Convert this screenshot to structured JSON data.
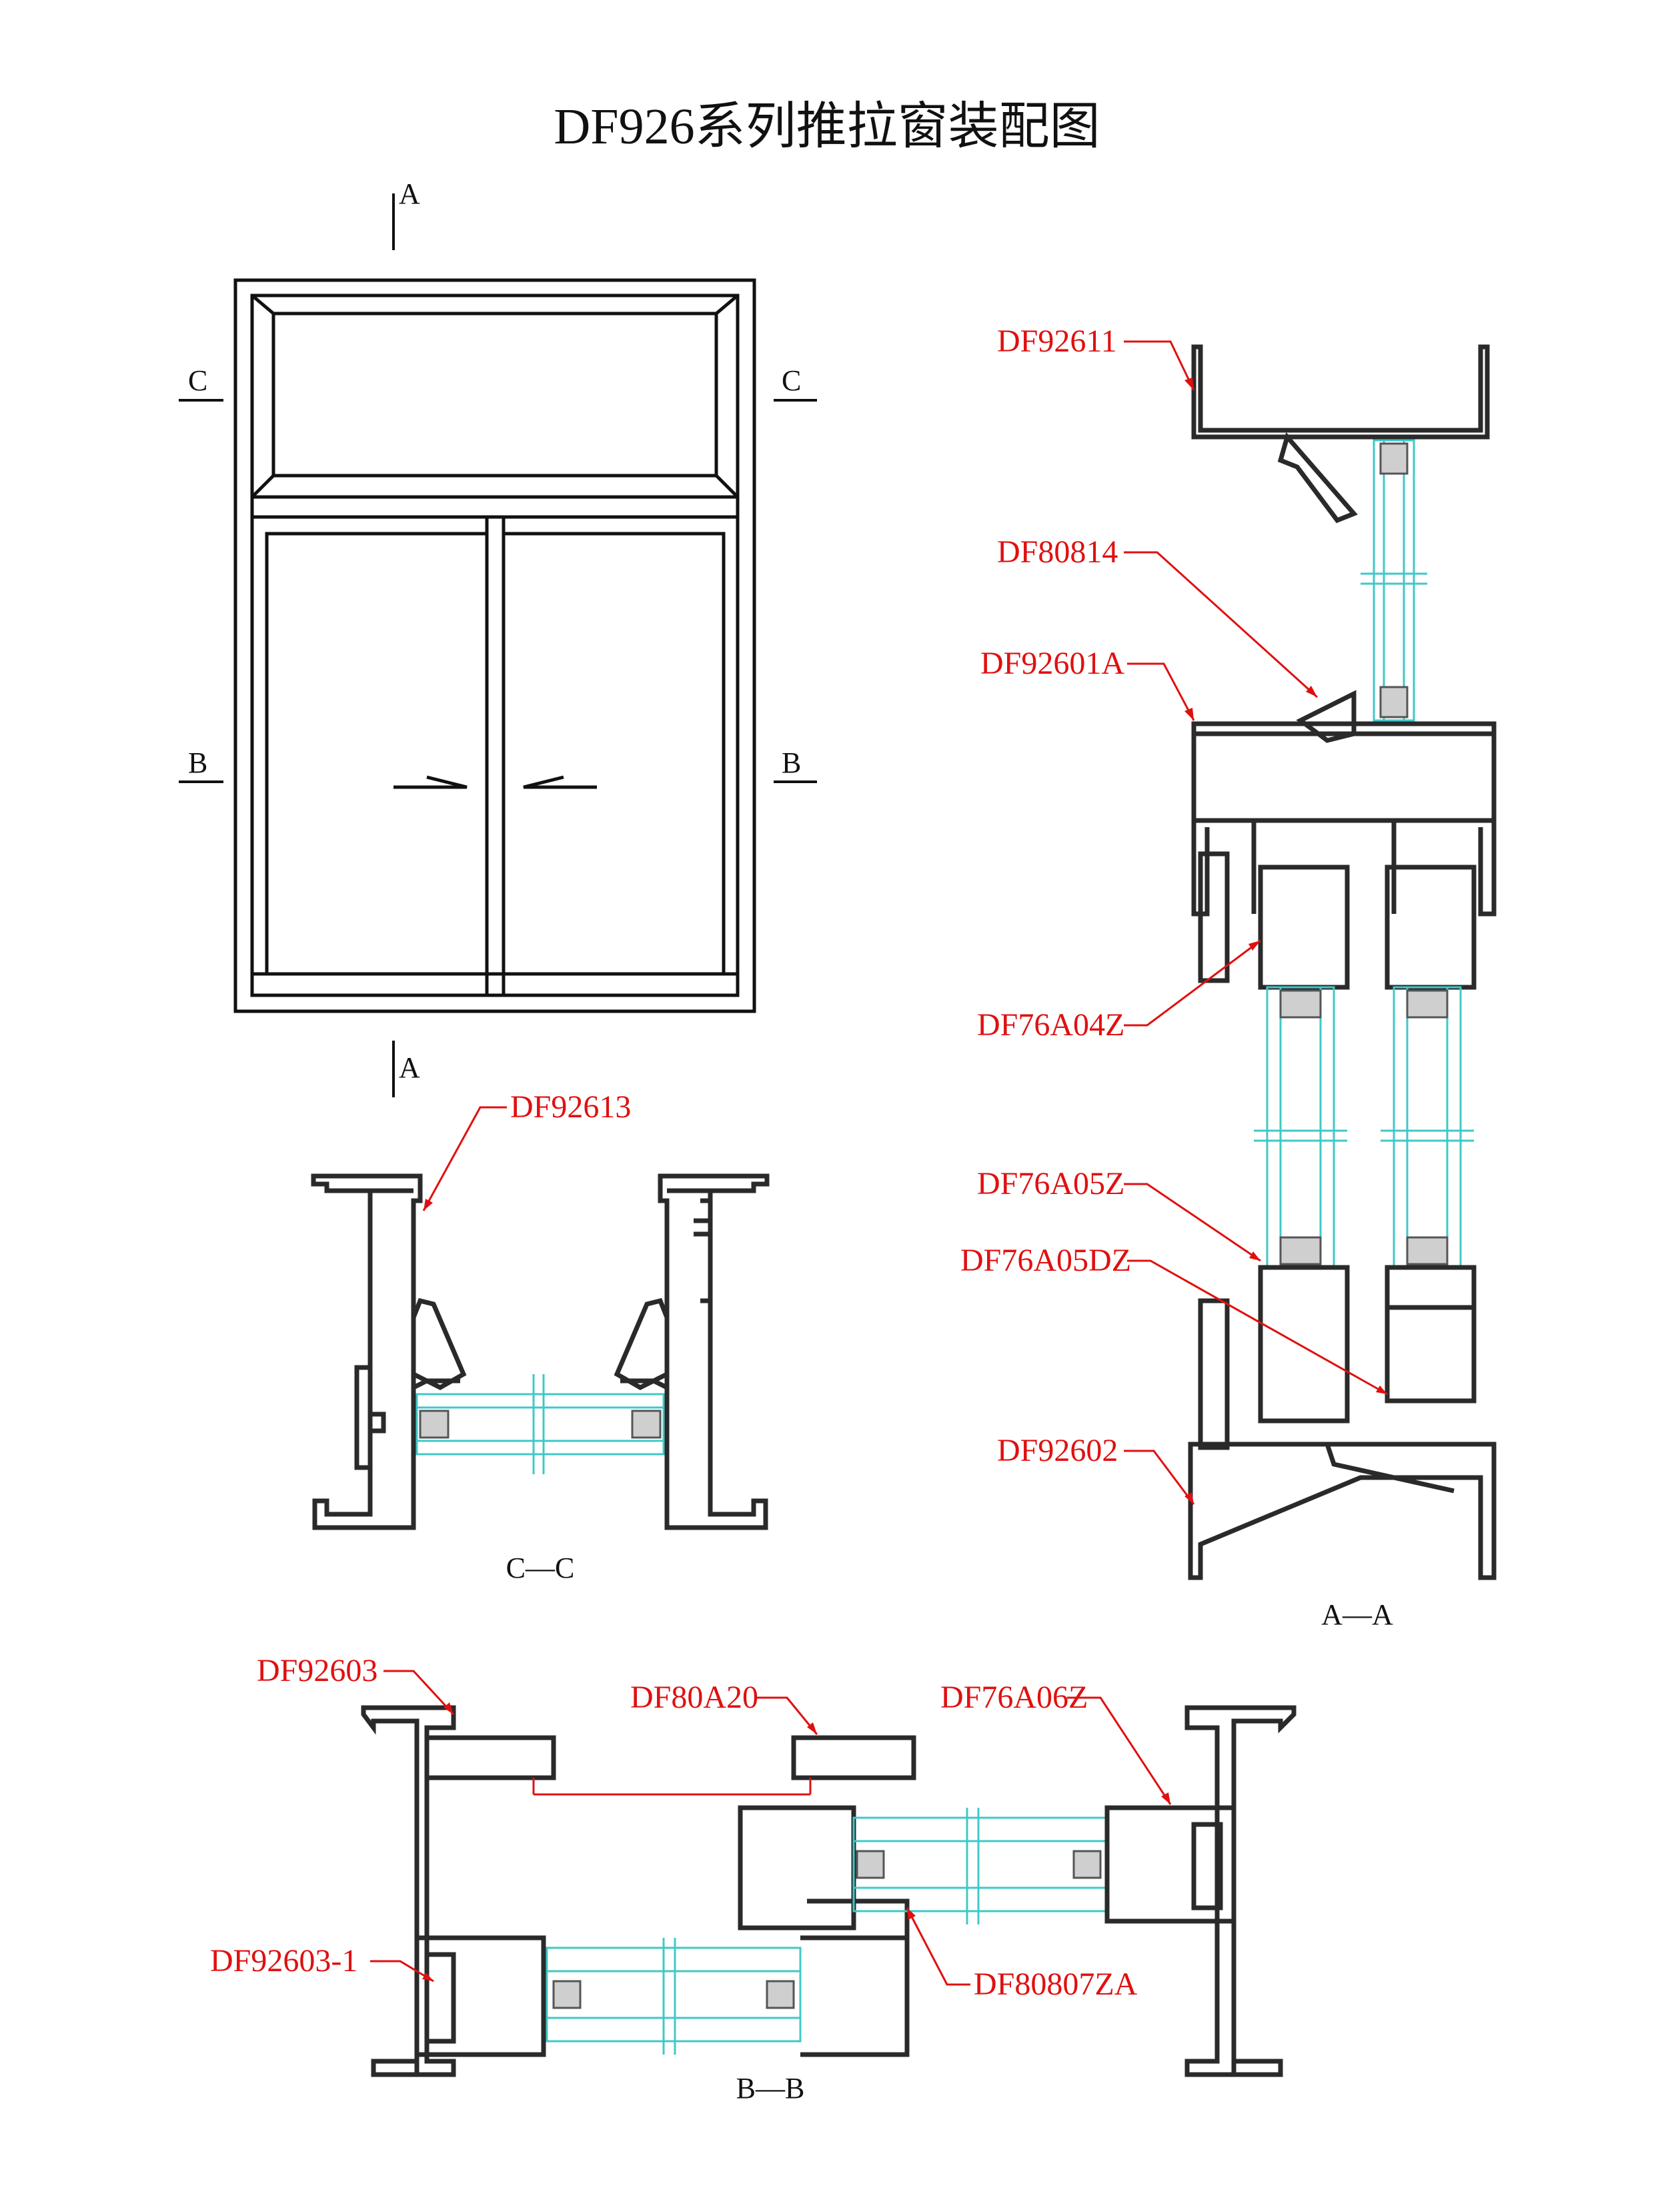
{
  "title": "DF926系列推拉窗装配图",
  "section_marks": {
    "a_top": "A",
    "a_bottom": "A",
    "c_left": "C",
    "c_right": "C",
    "b_left": "B",
    "b_right": "B"
  },
  "section_captions": {
    "cc": "C—C",
    "aa": "A—A",
    "bb": "B—B"
  },
  "labels": {
    "df92611": "DF92611",
    "df80814": "DF80814",
    "df92601a": "DF92601A",
    "df76a04z": "DF76A04Z",
    "df76a05z": "DF76A05Z",
    "df76a05dz": "DF76A05DZ",
    "df92602": "DF92602",
    "df92613": "DF92613",
    "df92603": "DF92603",
    "df80a20": "DF80A20",
    "df76a06z": "DF76A06Z",
    "df92603_1": "DF92603-1",
    "df80807za": "DF80807ZA"
  },
  "colors": {
    "label": "#e01010",
    "profile": "#2a2a2a",
    "glass": "#40c8c8"
  }
}
